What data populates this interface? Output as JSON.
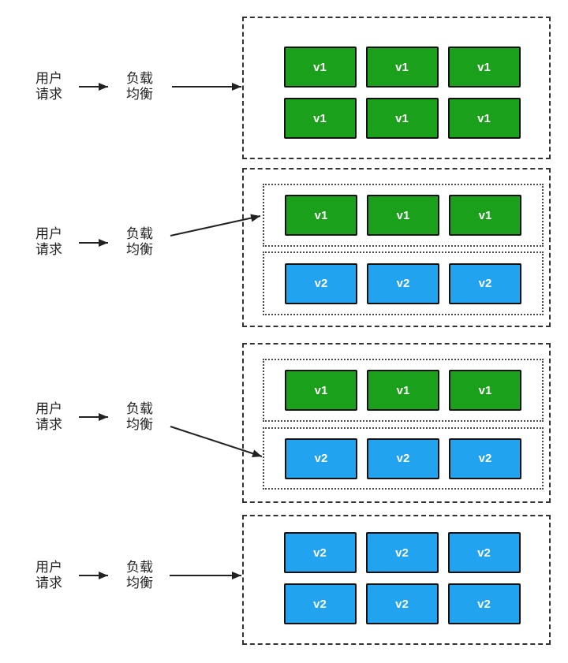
{
  "colors": {
    "v1": "#1aa01a",
    "v2": "#21a3ef",
    "line": "#222222"
  },
  "labels": {
    "user_request": [
      "用户",
      "请求"
    ],
    "load_balancer": [
      "负载",
      "均衡"
    ]
  },
  "stages": [
    {
      "rows": [
        [
          "v1",
          "v1",
          "v1"
        ],
        [
          "v1",
          "v1",
          "v1"
        ]
      ]
    },
    {
      "v1_row": [
        "v1",
        "v1",
        "v1"
      ],
      "v2_row": [
        "v2",
        "v2",
        "v2"
      ]
    },
    {
      "v1_row": [
        "v1",
        "v1",
        "v1"
      ],
      "v2_row": [
        "v2",
        "v2",
        "v2"
      ]
    },
    {
      "rows": [
        [
          "v2",
          "v2",
          "v2"
        ],
        [
          "v2",
          "v2",
          "v2"
        ]
      ]
    }
  ]
}
